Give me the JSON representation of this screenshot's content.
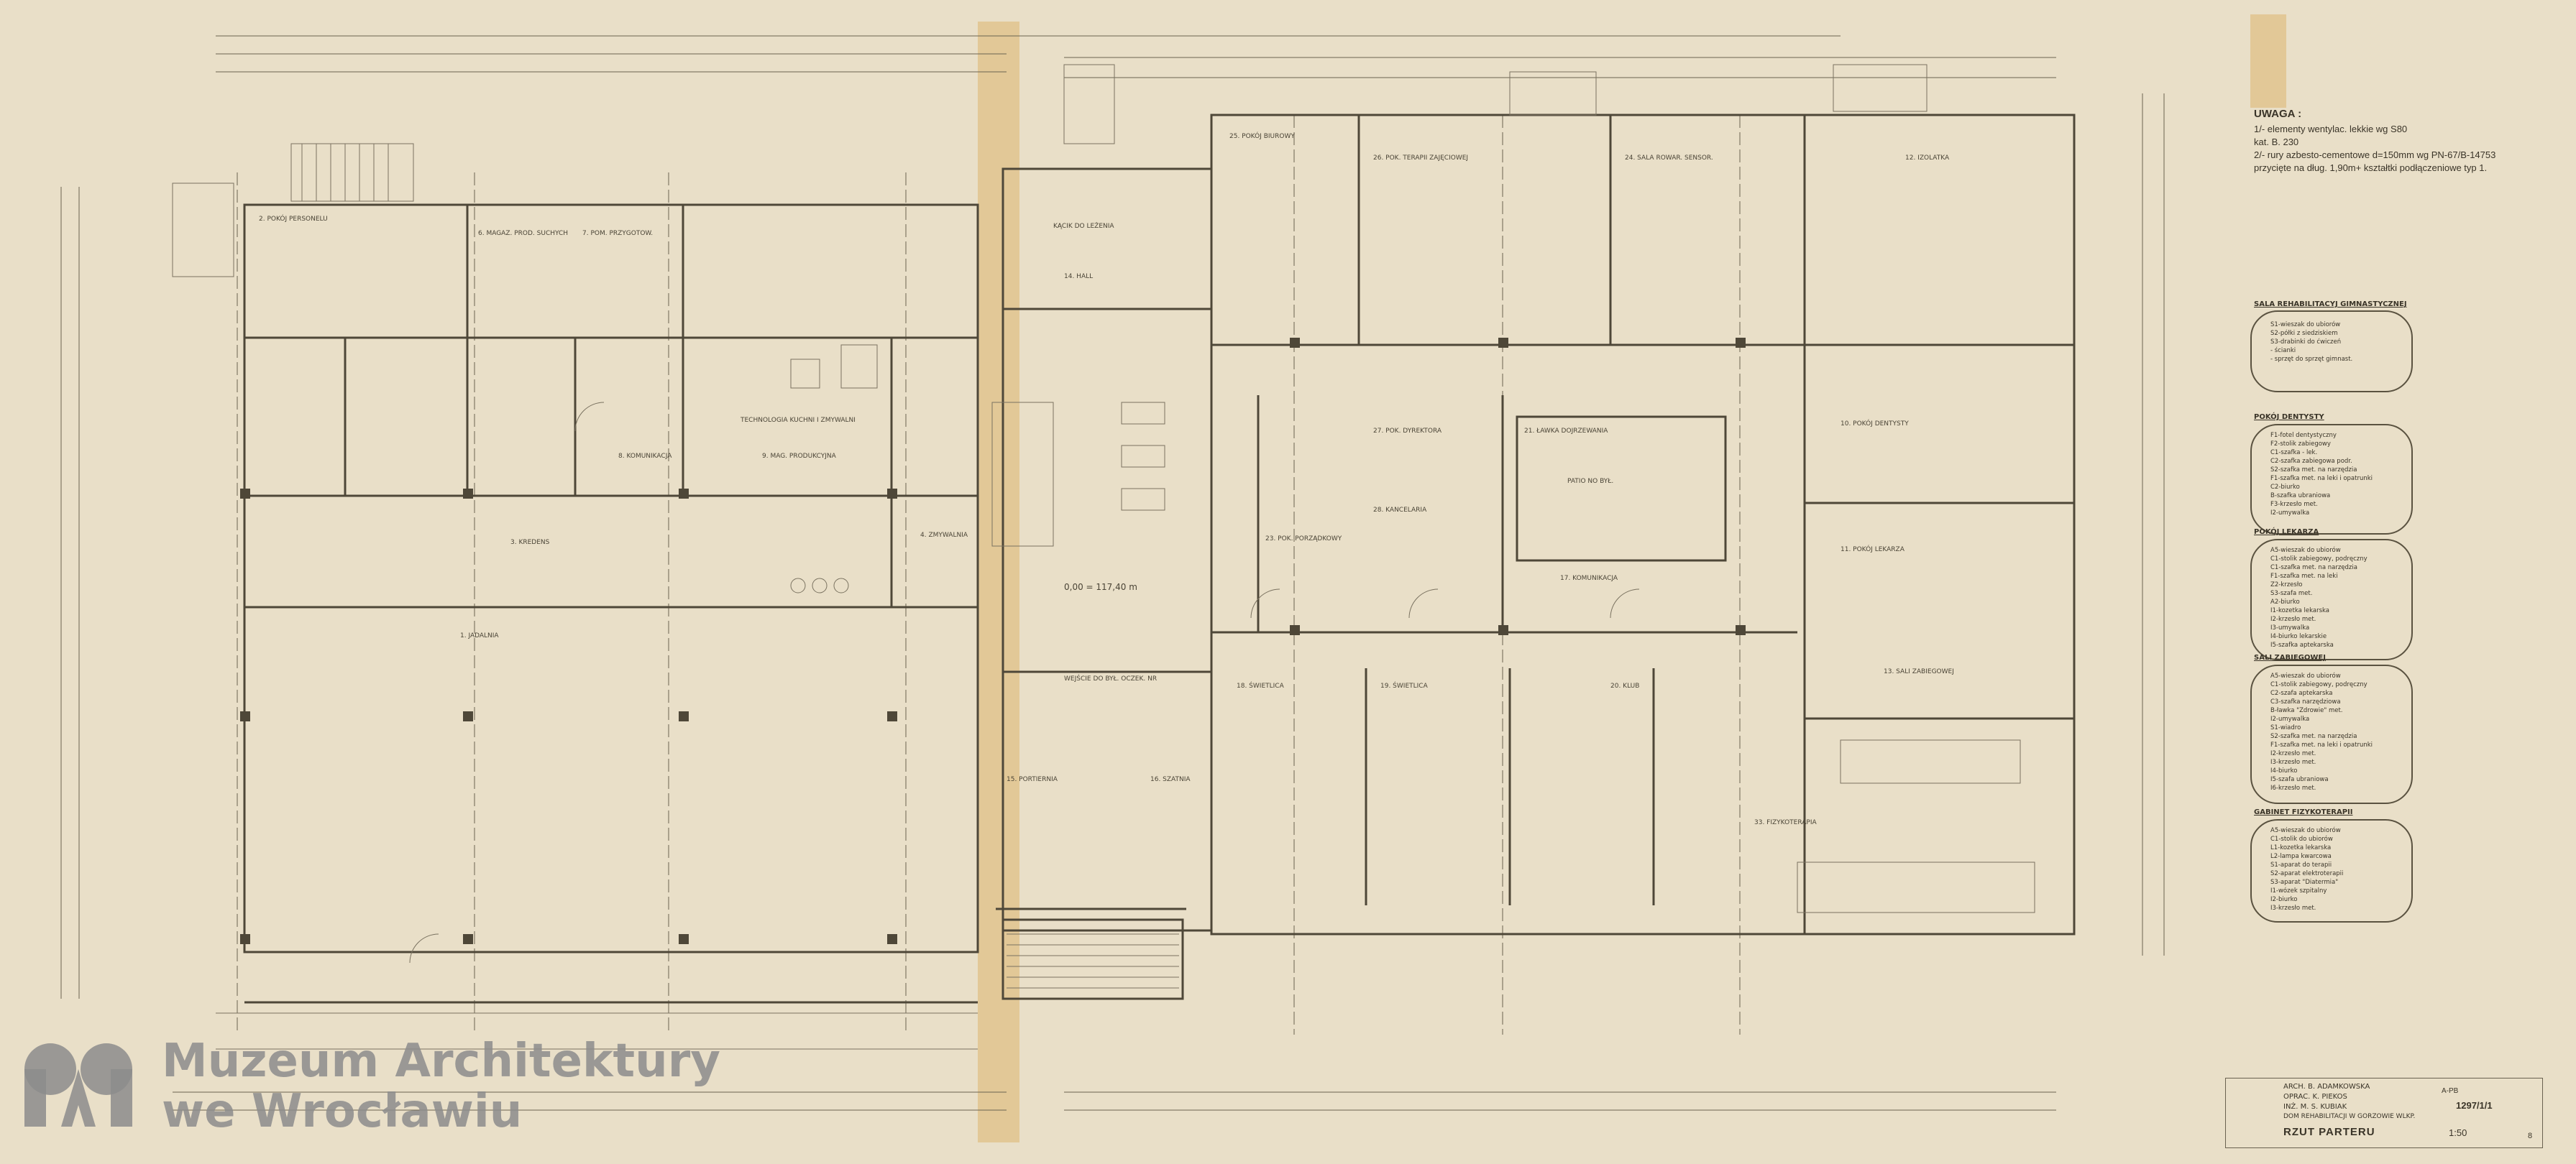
{
  "notes": {
    "heading": "UWAGA :",
    "lines": [
      "1/- elementy wentylac. lekkie  wg S80",
      "kat. B. 230",
      "2/- rury azbesto-cementowe d=150mm wg PN-67/B-14753",
      "przycięte na dług. 1,90m+ kształtki podłączeniowe typ 1."
    ]
  },
  "rooms": [
    {
      "id": "r1",
      "text": "2. POKÓJ PERSONELU"
    },
    {
      "id": "r2",
      "text": "6. MAGAZ. PROD. SUCHYCH"
    },
    {
      "id": "r3",
      "text": "7. POM. PRZYGOTOW."
    },
    {
      "id": "r4",
      "text": "TECHNOLOGIA KUCHNI I ZMYWALNI"
    },
    {
      "id": "r5",
      "text": "8. KOMUNIKACJA"
    },
    {
      "id": "r6",
      "text": "9. MAG. PRODUKCYJNA"
    },
    {
      "id": "r7",
      "text": "3. KREDENS"
    },
    {
      "id": "r8",
      "text": "1. JADALNIA"
    },
    {
      "id": "r9",
      "text": "4. ZMYWALNIA"
    },
    {
      "id": "r10",
      "text": "KĄCIK DO LEŻENIA"
    },
    {
      "id": "r11",
      "text": "14. HALL"
    },
    {
      "id": "r12",
      "text": "WEJŚCIE DO BYŁ. OCZEK. NR"
    },
    {
      "id": "r13",
      "text": "15. PORTIERNIA"
    },
    {
      "id": "r14",
      "text": "16. SZATNIA"
    },
    {
      "id": "r15",
      "text": "25. POKÓJ BIUROWY"
    },
    {
      "id": "r16",
      "text": "26. POK. TERAPII ZAJĘCIOWEJ"
    },
    {
      "id": "r17",
      "text": "24. SALA ROWAR. SENSOR."
    },
    {
      "id": "r18",
      "text": "12. IZOLATKA"
    },
    {
      "id": "r19",
      "text": "27. POK. DYREKTORA"
    },
    {
      "id": "r20",
      "text": "21. ŁAWKA DOJRZEWANIA"
    },
    {
      "id": "r21",
      "text": "PATIO NO BYŁ."
    },
    {
      "id": "r22",
      "text": "28. KANCELARIA"
    },
    {
      "id": "r23",
      "text": "23. POK. PORZĄDKOWY"
    },
    {
      "id": "r24",
      "text": "17. KOMUNIKACJA"
    },
    {
      "id": "r25",
      "text": "18. ŚWIETLICA"
    },
    {
      "id": "r26",
      "text": "19. ŚWIETLICA"
    },
    {
      "id": "r27",
      "text": "20. KLUB"
    },
    {
      "id": "r28",
      "text": "10. POKÓJ DENTYSTY"
    },
    {
      "id": "r29",
      "text": "11. POKÓJ LEKARZA"
    },
    {
      "id": "r30",
      "text": "13. SALI ZABIEGOWEJ"
    },
    {
      "id": "r31",
      "text": "33. FIZYKOTERAPIA"
    },
    {
      "id": "r32",
      "text": "0,00 = 117,40 m"
    }
  ],
  "legends": [
    {
      "title": "SALA REHABILITACYJ GIMNASTYCZNEJ",
      "items": [
        "S1-wieszak do ubiorów",
        "S2-półki z siedziskiem",
        "S3-drabinki do ćwiczeń",
        "- ścianki",
        "- sprzęt do sprzęt gimnast."
      ]
    },
    {
      "title": "POKÓJ DENTYSTY",
      "items": [
        "F1-fotel dentystyczny",
        "F2-stolik zabiegowy",
        "C1-szafka - lek.",
        "C2-szafka zabiegowa podr.",
        "S2-szafka met. na narzędzia",
        "F1-szafka met. na leki i opatrunki",
        "C2-biurko",
        "B-szafka ubraniowa",
        "F3-krzesło met.",
        "I2-umywalka"
      ]
    },
    {
      "title": "POKÓJ LEKARZA",
      "items": [
        "A5-wieszak do ubiorów",
        "C1-stolik zabiegowy, podręczny",
        "C1-szafka met. na narzędzia",
        "F1-szafka met. na leki",
        "Z2-krzesło",
        "S3-szafa met.",
        "A2-biurko",
        "I1-kozetka lekarska",
        "I2-krzesło met.",
        "I3-umywalka",
        "I4-biurko lekarskie",
        "I5-szafka aptekarska"
      ]
    },
    {
      "title": "SALI ZABIEGOWEJ",
      "items": [
        "A5-wieszak do ubiorów",
        "C1-stolik zabiegowy, podręczny",
        "C2-szafa aptekarska",
        "C3-szafka narzędziowa",
        "B-ławka \"Zdrowie\" met.",
        "I2-umywalka",
        "S1-wiadro",
        "S2-szafka met. na narzędzia",
        "F1-szafka met. na leki i opatrunki",
        "I2-krzesło met.",
        "I3-krzesło met.",
        "I4-biurko",
        "I5-szafa ubraniowa",
        "I6-krzesło met."
      ]
    },
    {
      "title": "GABINET FIZYKOTERAPII",
      "items": [
        "A5-wieszak do ubiorów",
        "C1-stolik do ubiorów",
        "L1-kozetka lekarska",
        "L2-lampa kwarcowa",
        "S1-aparat do terapii",
        "S2-aparat elektroterapii",
        "S3-aparat \"Diatermia\"",
        "I1-wózek szpitalny",
        "I2-biurko",
        "I3-krzesło met."
      ]
    }
  ],
  "logo": {
    "line1": "Muzeum Architektury",
    "line2": "we Wrocławiu"
  },
  "title_block": {
    "row1": "ARCH. B. ADAMKOWSKA",
    "row2": "OPRAC. K. PIEKOS",
    "row3": "INŻ. M. S. KUBIAK",
    "row4": "DOM REHABILITACJI W GORZOWIE WLKP.",
    "code": "A-PB",
    "number": "1297/1/1",
    "title": "RZUT PARTERU",
    "scale": "1:50",
    "sheet": "8"
  }
}
